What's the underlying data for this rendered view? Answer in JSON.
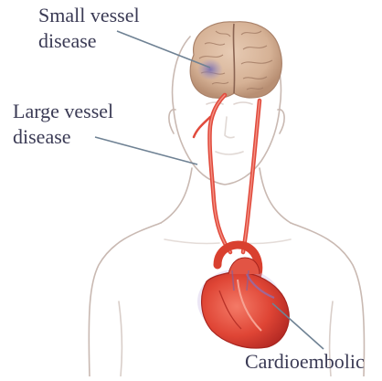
{
  "labels": {
    "small_vessel": [
      "Small vessel",
      "disease"
    ],
    "large_vessel": [
      "Large vessel",
      "disease"
    ],
    "cardioembolic": "Cardioembolic"
  },
  "colors": {
    "outline": "#c9b9b2",
    "brain": "#d9b99f",
    "brain_shadow": "#b58e74",
    "lesion": "#8f86b8",
    "artery": "#e14b3d",
    "artery_dark": "#b92e28",
    "heart": "#e04a3a",
    "heart_highlight": "#f08070",
    "heart_purple": "#8a72b6",
    "pointer": "#6f8294",
    "label_text": "#3b3b55"
  },
  "icons": [
    "brain-icon",
    "heart-icon",
    "artery-icon"
  ]
}
